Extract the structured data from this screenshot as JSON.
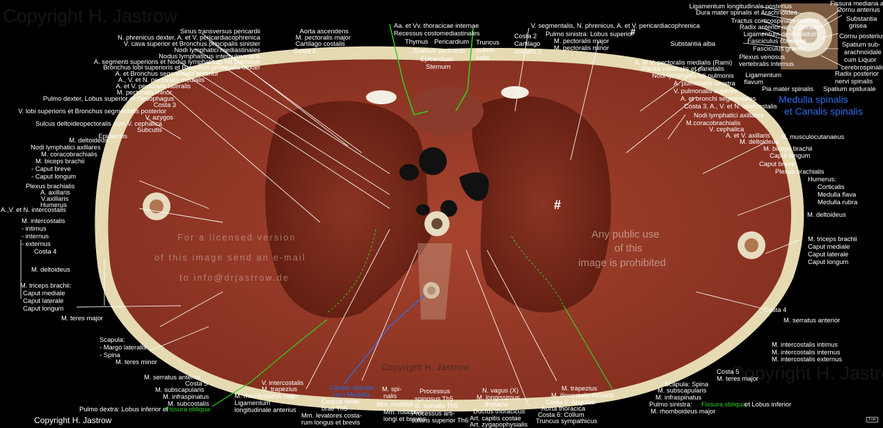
{
  "image": {
    "subject": "Transverse section of the thorax at the level of Th5",
    "colors": {
      "background": "#000000",
      "skin": "#e8ddb8",
      "muscle": "#9e3a2a",
      "lung": "#7a2a1a",
      "label_text": "#ffffff",
      "medulla_text": "#2d6fe8",
      "fissura_text": "#2fd21f"
    }
  },
  "watermarks": {
    "copyright_top_left": "Copyright H. Jastrow",
    "copyright_bottom_right": "Copyright H. Jastrow",
    "license_1": "For a licensed version",
    "license_2": "of this image send an e-mail",
    "license_3": "to info@drjastrow.de",
    "public_1": "Any public use",
    "public_2": "of this",
    "public_3": "image is prohibited",
    "copyright_center": "Copyright H. Jastrow"
  },
  "footer": {
    "copyright": "Copyright H. Jastrow",
    "scale": "1 cm"
  },
  "medulla_title": {
    "line1": "Medulla spinalis",
    "line2": "et Canalis spinalis"
  },
  "hash_marks": [
    "#",
    "#"
  ],
  "labels": {
    "top_center": [
      "Sinus transversus pericardii",
      "N. phrenicus dexter, A. et V. pericardiacophrenica",
      "V. cava superior et Bronchus principalis sinister",
      "Nodi lymphatici mediastinales",
      "Nodus lymphaticus interpulmonaris",
      "A. segmenti superioris et Nodus lymphaticus hili pulmonis",
      "Bronchus lobi superioris et Bronchus principalis dexter",
      "A. et Bronchus segmentalis anterior",
      "A., V. et N. pectoralis medialis",
      "A. et V. pectoralis lateralis",
      "M. pectoralis minor",
      "Pulmo dexter, Lobus superior et Oesophagus",
      "Costa 3",
      "V. lobi superioris et Bronchus segmentalis posterior",
      "V. azygos",
      "Sulcus deltoideopectoralis cum V. cephalica",
      "Subcutis",
      "Epidermis"
    ],
    "aorta_group": [
      "Aorta ascendens",
      "M. pectoralis major",
      "Cartilago costalis",
      "Costa 2"
    ],
    "anterior_mid": [
      "Aa. et Vv. thoracicae internae",
      "Recessus costomediastinales",
      "Thymus",
      "Pericardium",
      "Spatium pericardii",
      "Epicardium",
      "Sternum",
      "Truncus",
      "pulmo-",
      "nalis"
    ],
    "right_top": [
      "V. segmentalis, N. phrenicus, A. et V. pericardiacophrenica",
      "Costa  2",
      "Cartilago",
      "costalis 2",
      "Pulmo sinistra: Lobus superior",
      "M. pectoralis major",
      "M. pectoralis minor"
    ],
    "right_mid": [
      "A. et V. pectoralis medialis (Rami)",
      "Pleura visceralis et parietalis",
      "Nodi lymphatici hili pulmonis",
      "A. pulmonalis sinistra",
      "V. pulmonalis superior",
      "A. et bronchi segmentales",
      "Costa 3, A., V. et N. intercostalis",
      "Nodi lymphatici axillares",
      "M.coracobrachialis",
      "V. cephalica",
      "A. et V. axillaris",
      "M. deltoideus"
    ],
    "right_far": [
      "N. musculocutanaeus",
      "M. biceps brachii",
      "Caput longum",
      "Caput breve",
      "Plexus brachialis",
      "Humerus:",
      "Corticalis",
      "Medulla flava",
      "Medulla rubra",
      "M. deltoideus",
      "M. triceps brachii",
      "Caput mediale",
      "Caput laterale",
      "Caput longum",
      "Costa 4",
      "M. serratus anterior",
      "M. intercostalis intimus",
      "M. intercostalis internus",
      "M. intercostalis externus",
      "Costa 5",
      "M. teres major"
    ],
    "inset": [
      "Ligamentum longitudinale posterius",
      "Fissura mediana anterior",
      "Dura mater spinalis et Arachnoidea",
      "Cornu anterius",
      "Tractus corticospinalis lateralis",
      "Substantia",
      "grisea",
      "Radix anterior nervi spinalis",
      "Ligamentum denticulatum",
      "Cornu posterius",
      "Substantia alba",
      "Fasciculus cuneatus",
      "Spatium sub-",
      "arachnoidale",
      "Fasciculus gracilis",
      "cum Liquor",
      "Plexus venosus",
      "cerebrospinalis",
      "vertebralis internus",
      "Radix posterior",
      "nervi spinalis",
      "Ligamentum",
      "flavum",
      "Spatium epidurale",
      "Pia mater spinalis"
    ],
    "left_side": [
      "M. deltoideus",
      "Nodi lymphatici axillares",
      "M. coracobrachialis",
      "M. biceps brachii",
      "- Caput breve",
      "- Caput longum",
      "Plexus brachialis",
      "A. axillaris",
      "V.axillaris",
      "Humerus",
      "A.,V. et N. intercostalis",
      "M. intercostalis",
      "- intimus",
      "- internus",
      "- externus",
      "Costa 4",
      "M. deltoideus",
      "M. triceps brachii:",
      "Caput mediale",
      "Caput laterale",
      "Caput longum",
      "M. teres major",
      "Scapula:",
      "- Margo lateralis",
      "- Spina",
      "M. teres minor"
    ],
    "bottom_left": [
      "M. serratus anterior",
      "Costa 5",
      "M. subscapularis",
      "M. infraspinatus",
      "M. subcostalis",
      "Pulmo dextra: Lobus inferior et",
      "Fissura obliqua",
      "V. intercostalis",
      "M. trapezius",
      "M. rhomboideus major",
      "Ligamentum",
      "longitudinale anterius"
    ],
    "bottom_center": [
      "Canalis spinalis",
      "cum Medulla",
      "Corpus verte-",
      "brae Th5",
      "Mm. levatores costa-",
      "rum longus et brevis",
      "M. spi-",
      "nalis",
      "Mm. multifidi",
      "Mm. rotatores",
      "longi et breves",
      "Processus",
      "spinosus Th5",
      "N. spinalis Th5",
      "Processus arti-",
      "cularis superior Th6",
      "N. vagus (X)",
      "M. longissimus",
      "thoracis",
      "Ductus thoracicus",
      "Art. capitis costae",
      "Art. zygapophysialis"
    ],
    "bottom_right": [
      "M. trapezius",
      "M. iliocostalis thoracis",
      "Costa 6: Angulus",
      "Aorta thoracica",
      "Costa 6: Collum",
      "Truncus sympathicus",
      "Scapula: Spina",
      "M. subscapularis",
      "M. infraspinatus",
      "Pulmo sinistra:",
      "Fissura obliqua",
      "et Lobus inferior",
      "M. rhomboideus major"
    ]
  }
}
